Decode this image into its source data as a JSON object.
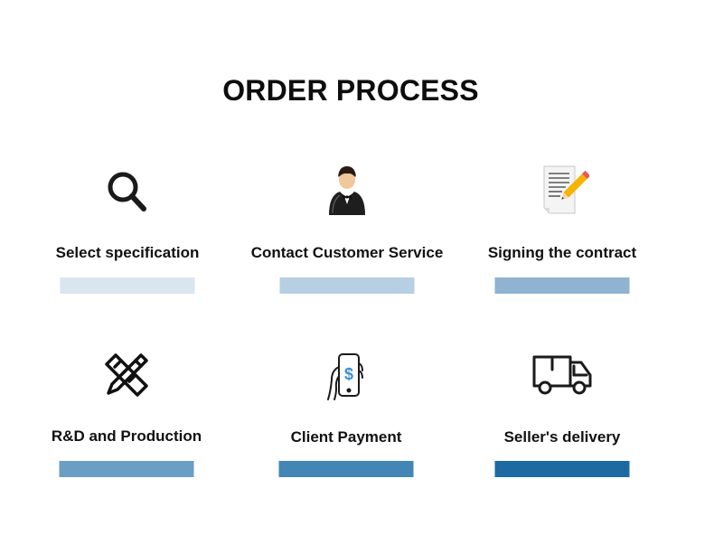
{
  "title": "ORDER PROCESS",
  "steps": [
    {
      "label": "Select specification",
      "icon": "search-icon",
      "bar_color": "#d9e6f0"
    },
    {
      "label": "Contact Customer Service",
      "icon": "customer-service-icon",
      "bar_color": "#b6cfe2"
    },
    {
      "label": "Signing the contract",
      "icon": "contract-icon",
      "bar_color": "#8fb3d1"
    },
    {
      "label": "R&D and Production",
      "icon": "pencil-ruler-icon",
      "bar_color": "#6a9ec4"
    },
    {
      "label": "Client Payment",
      "icon": "mobile-payment-icon",
      "bar_color": "#4386b6"
    },
    {
      "label": "Seller's delivery",
      "icon": "delivery-truck-icon",
      "bar_color": "#1d6aa2"
    }
  ]
}
